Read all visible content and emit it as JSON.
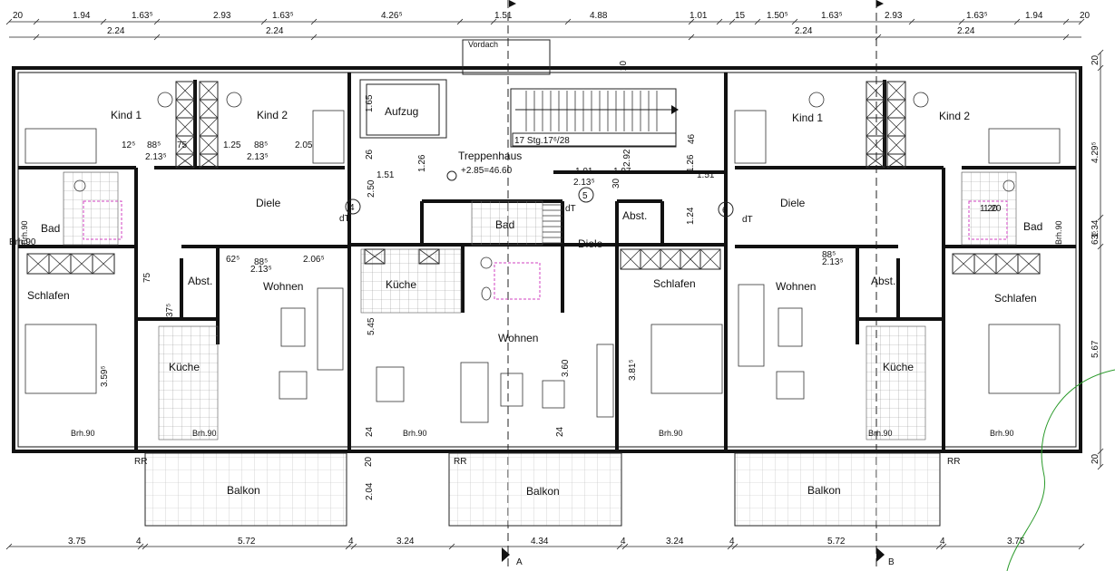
{
  "dims_top_1": [
    "20",
    "1.94",
    "1.63⁵",
    "2.93",
    "1.63⁵",
    "4.26⁵",
    "1.51",
    "4.88",
    "1.01",
    "15",
    "1.50⁵",
    "1.63⁵",
    "2.93",
    "1.63⁵",
    "1.94",
    "20"
  ],
  "dims_top_2": [
    "2.24",
    "2.24",
    "2.24",
    "2.24"
  ],
  "dims_bottom": [
    "3.75",
    "4",
    "5.72",
    "4",
    "3.24",
    "4.34",
    "4",
    "3.24",
    "4",
    "5.72",
    "4",
    "3.75"
  ],
  "dims_right": [
    "20",
    "4.29⁵",
    "1.34",
    "63⁵",
    "5.67",
    "20"
  ],
  "section_marks": [
    "A",
    "B",
    "A",
    "B"
  ],
  "rooms": {
    "kind1_l": "Kind 1",
    "kind2_l": "Kind 2",
    "kind1_r": "Kind 1",
    "kind2_r": "Kind 2",
    "diele_l": "Diele",
    "diele_c": "Diele",
    "diele_r": "Diele",
    "bad_l": "Bad",
    "bad_c": "Bad",
    "bad_r": "Bad",
    "schlafen_l": "Schlafen",
    "schlafen_c": "Schlafen",
    "schlafen_r": "Schlafen",
    "abst_l": "Abst.",
    "abst_c": "Abst.",
    "abst_r": "Abst.",
    "wohnen_l": "Wohnen",
    "wohnen_c": "Wohnen",
    "wohnen_r": "Wohnen",
    "kueche_l": "Küche",
    "kueche_c": "Küche",
    "kueche_r": "Küche",
    "aufzug": "Aufzug",
    "treppenhaus": "Treppenhaus",
    "vordach": "Vordach",
    "balkon_l": "Balkon",
    "balkon_c": "Balkon",
    "balkon_r": "Balkon"
  },
  "stair_note": "17 Stg.17⁶/28",
  "level_note": "+2.85=46.60",
  "apartment_numbers": [
    "4",
    "5",
    "6"
  ],
  "brh": [
    "Brh.90",
    "Brh.90",
    "Brh.90",
    "Brh.90",
    "Brh.90",
    "Brh.90",
    "Brh.90",
    "Brh.90"
  ],
  "inner_dims": [
    "12⁵",
    "88⁵",
    "75",
    "1.25",
    "88⁵",
    "2.05",
    "2.13⁵",
    "2.13⁵",
    "1.51",
    "1.26",
    "26",
    "2.50",
    "1.65",
    "1.01",
    "2.13⁵",
    "2.92",
    "1.97",
    "1.51",
    "1.20",
    "1.24",
    "1.26",
    "46",
    "30",
    "20",
    "62⁵",
    "88⁵",
    "2.13⁵",
    "2.06⁵",
    "2.13⁵",
    "88⁵",
    "37⁵",
    "75",
    "1.20",
    "5.45",
    "3.60",
    "3.81⁵",
    "3.59⁵",
    "2.04",
    "24",
    "24",
    "20",
    "dT",
    "dT",
    "dT",
    "Brh.90",
    "RR",
    "RR",
    "RR"
  ]
}
